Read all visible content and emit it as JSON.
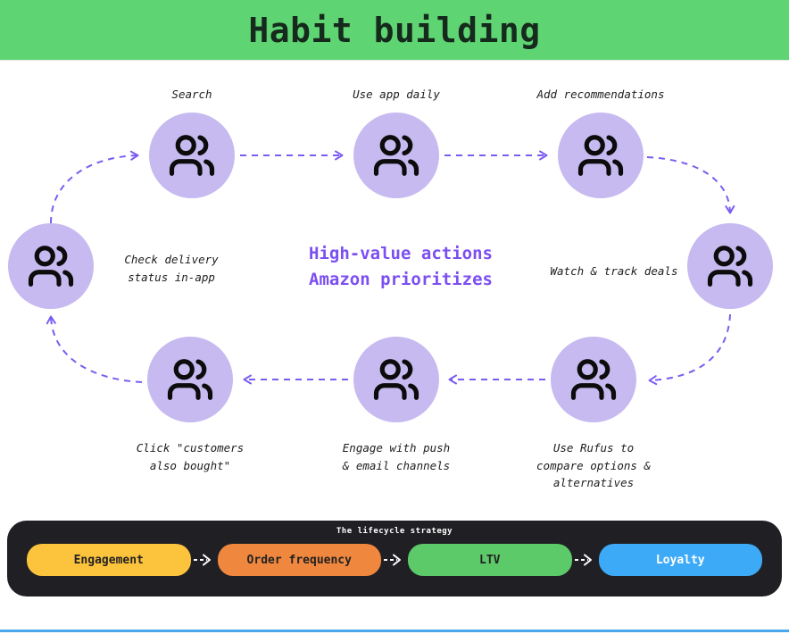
{
  "header": {
    "title": "Habit building",
    "bg": "#5fd473"
  },
  "center": {
    "text": "High-value actions\nAmazon prioritizes",
    "color": "#7c4ff0"
  },
  "nodes": [
    {
      "id": "search",
      "label": "Search",
      "icon": "users-icon"
    },
    {
      "id": "use-app-daily",
      "label": "Use app daily",
      "icon": "users-icon"
    },
    {
      "id": "add-recommendations",
      "label": "Add recommendations",
      "icon": "users-icon"
    },
    {
      "id": "watch-track-deals",
      "label": "Watch & track deals",
      "icon": "users-icon"
    },
    {
      "id": "use-rufus",
      "label": "Use Rufus to\ncompare options &\nalternatives",
      "icon": "users-icon"
    },
    {
      "id": "engage-push-email",
      "label": "Engage with push\n& email channels",
      "icon": "users-icon"
    },
    {
      "id": "click-customers",
      "label": "Click \"customers\nalso bought\"",
      "icon": "users-icon"
    },
    {
      "id": "check-delivery",
      "label": "Check delivery\nstatus in-app",
      "icon": "users-icon"
    }
  ],
  "lifecycle": {
    "title": "The lifecycle strategy",
    "stages": [
      {
        "label": "Engagement",
        "bg": "#fcc33d",
        "text_color": "#222222"
      },
      {
        "label": "Order frequency",
        "bg": "#f0873e",
        "text_color": "#222222"
      },
      {
        "label": "LTV",
        "bg": "#5dca6a",
        "text_color": "#222222"
      },
      {
        "label": "Loyalty",
        "bg": "#3daaf7",
        "text_color": "#ffffff"
      }
    ]
  },
  "colors": {
    "arrow": "#7b5cf2",
    "node_fill": "#c6baf0",
    "panel_bg": "#202024",
    "bottom_line": "#4aa7ec"
  }
}
